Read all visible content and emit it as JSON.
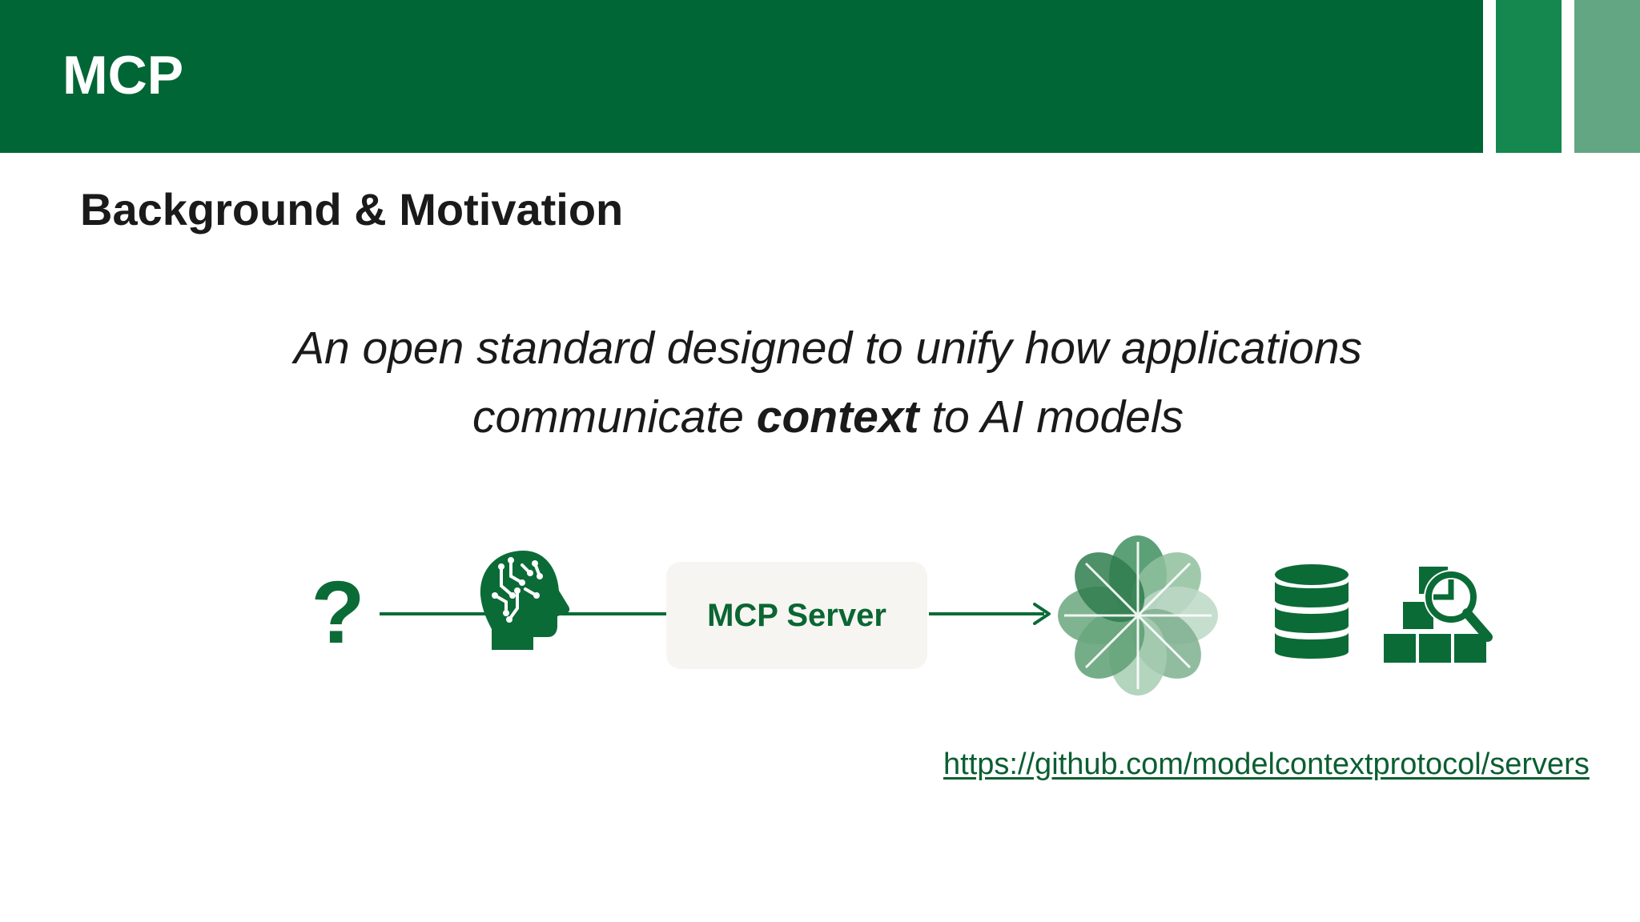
{
  "header": {
    "title": "MCP"
  },
  "slide": {
    "subtitle": "Background & Motivation",
    "tagline_line1": "An open standard designed to unify how applications",
    "tagline_line2_before": "communicate ",
    "tagline_line2_bold": "context",
    "tagline_line2_after": " to AI models"
  },
  "diagram": {
    "question_glyph": "?",
    "server_label": "MCP Server",
    "icons": [
      "question-mark-icon",
      "ai-brain-icon",
      "flower-logo-icon",
      "database-icon",
      "boxes-search-icon"
    ]
  },
  "link": {
    "text": "https://github.com/modelcontextprotocol/servers"
  },
  "colors": {
    "header_green": "#016635",
    "accent_mid": "#14884e",
    "accent_light": "#63a683",
    "icon_green": "#0b6b37",
    "server_box_bg": "#f6f5f1"
  }
}
